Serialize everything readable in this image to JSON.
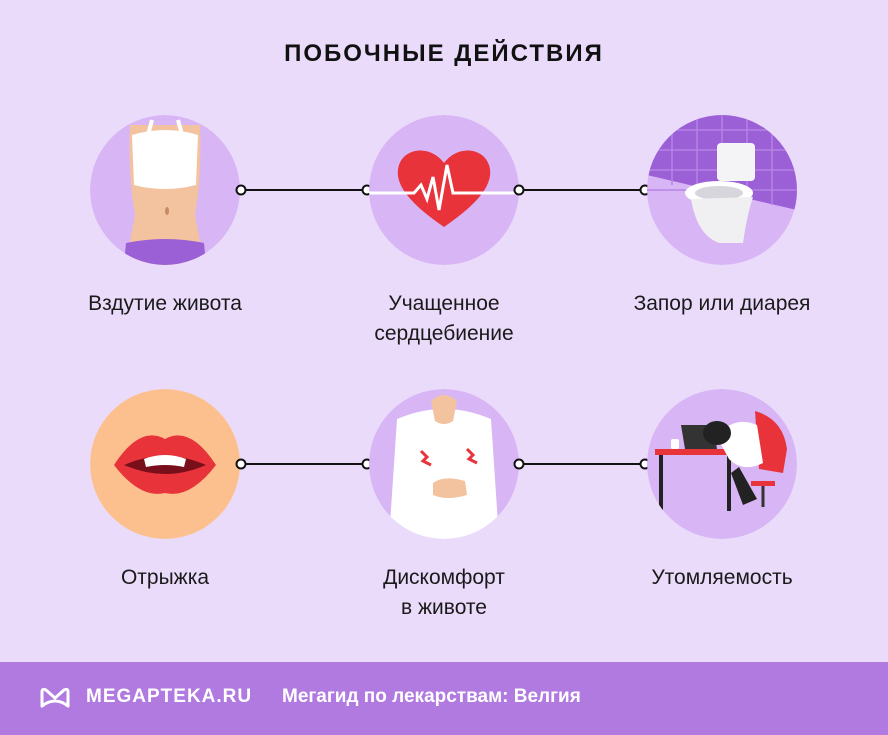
{
  "title": "ПОБОЧНЫЕ ДЕЙСТВИЯ",
  "items": [
    {
      "line1": "Вздутие живота",
      "line2": ""
    },
    {
      "line1": "Учащенное",
      "line2": "сердцебиение"
    },
    {
      "line1": "Запор или диарея",
      "line2": ""
    },
    {
      "line1": "Отрыжка",
      "line2": ""
    },
    {
      "line1": "Дискомфорт",
      "line2": "в животе"
    },
    {
      "line1": "Утомляемость",
      "line2": ""
    }
  ],
  "footer": {
    "brand": "MEGAPTEKA.RU",
    "tagline": "Мегагид по лекарствам: Велгия"
  },
  "colors": {
    "background": "#ebdbfb",
    "circle": "#d8b5f5",
    "footer": "#b07ae0",
    "accent_red": "#e8333b"
  }
}
